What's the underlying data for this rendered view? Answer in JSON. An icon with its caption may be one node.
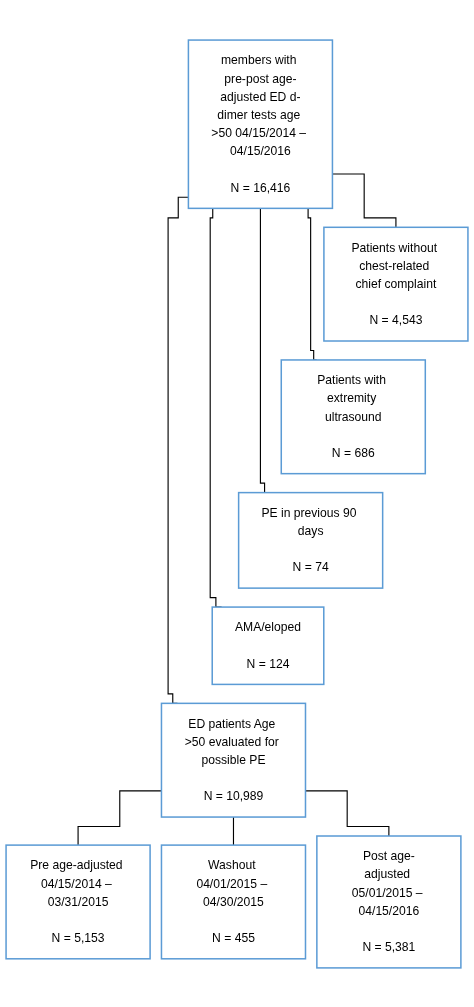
{
  "diagram": {
    "nodes": [
      {
        "text": [
          "members with pre-post age-adjusted ED d-dimer tests age >50 04/15/2014 – 04/15/2016",
          "N = 16,416"
        ]
      },
      {
        "text": [
          "Patients without chest-related chief complaint",
          "N = 4,543"
        ]
      },
      {
        "text": [
          "Patients with extremity ultrasound",
          "N = 686"
        ]
      },
      {
        "text": [
          "PE in previous 90 days",
          "N = 74"
        ]
      },
      {
        "text": [
          "AMA/eloped",
          "N = 124"
        ]
      },
      {
        "text": [
          "ED patients Age >50 evaluated for possible PE",
          "N = 10,989"
        ]
      },
      {
        "text": [
          "Pre age-adjusted 04/15/2014 – 03/31/2015",
          "N = 5,153"
        ]
      },
      {
        "text": [
          "Washout 04/01/2015 – 04/30/2015",
          "N = 455"
        ]
      },
      {
        "text": [
          "Post age-adjusted 05/01/2015 – 04/15/2016",
          "N = 5,381"
        ]
      }
    ],
    "edges": [
      {
        "from": 0,
        "to": 1,
        "arrow": "none"
      },
      {
        "from": 0,
        "to": 2,
        "arrow": "none"
      },
      {
        "from": 0,
        "to": 3,
        "arrow": "none"
      },
      {
        "from": 0,
        "to": 4,
        "arrow": "none"
      },
      {
        "from": 0,
        "to": 5,
        "arrow": "none"
      },
      {
        "from": 5,
        "to": 6,
        "arrow": "none"
      },
      {
        "from": 5,
        "to": 7,
        "arrow": "none"
      },
      {
        "from": 5,
        "to": 8,
        "arrow": "none"
      }
    ]
  }
}
